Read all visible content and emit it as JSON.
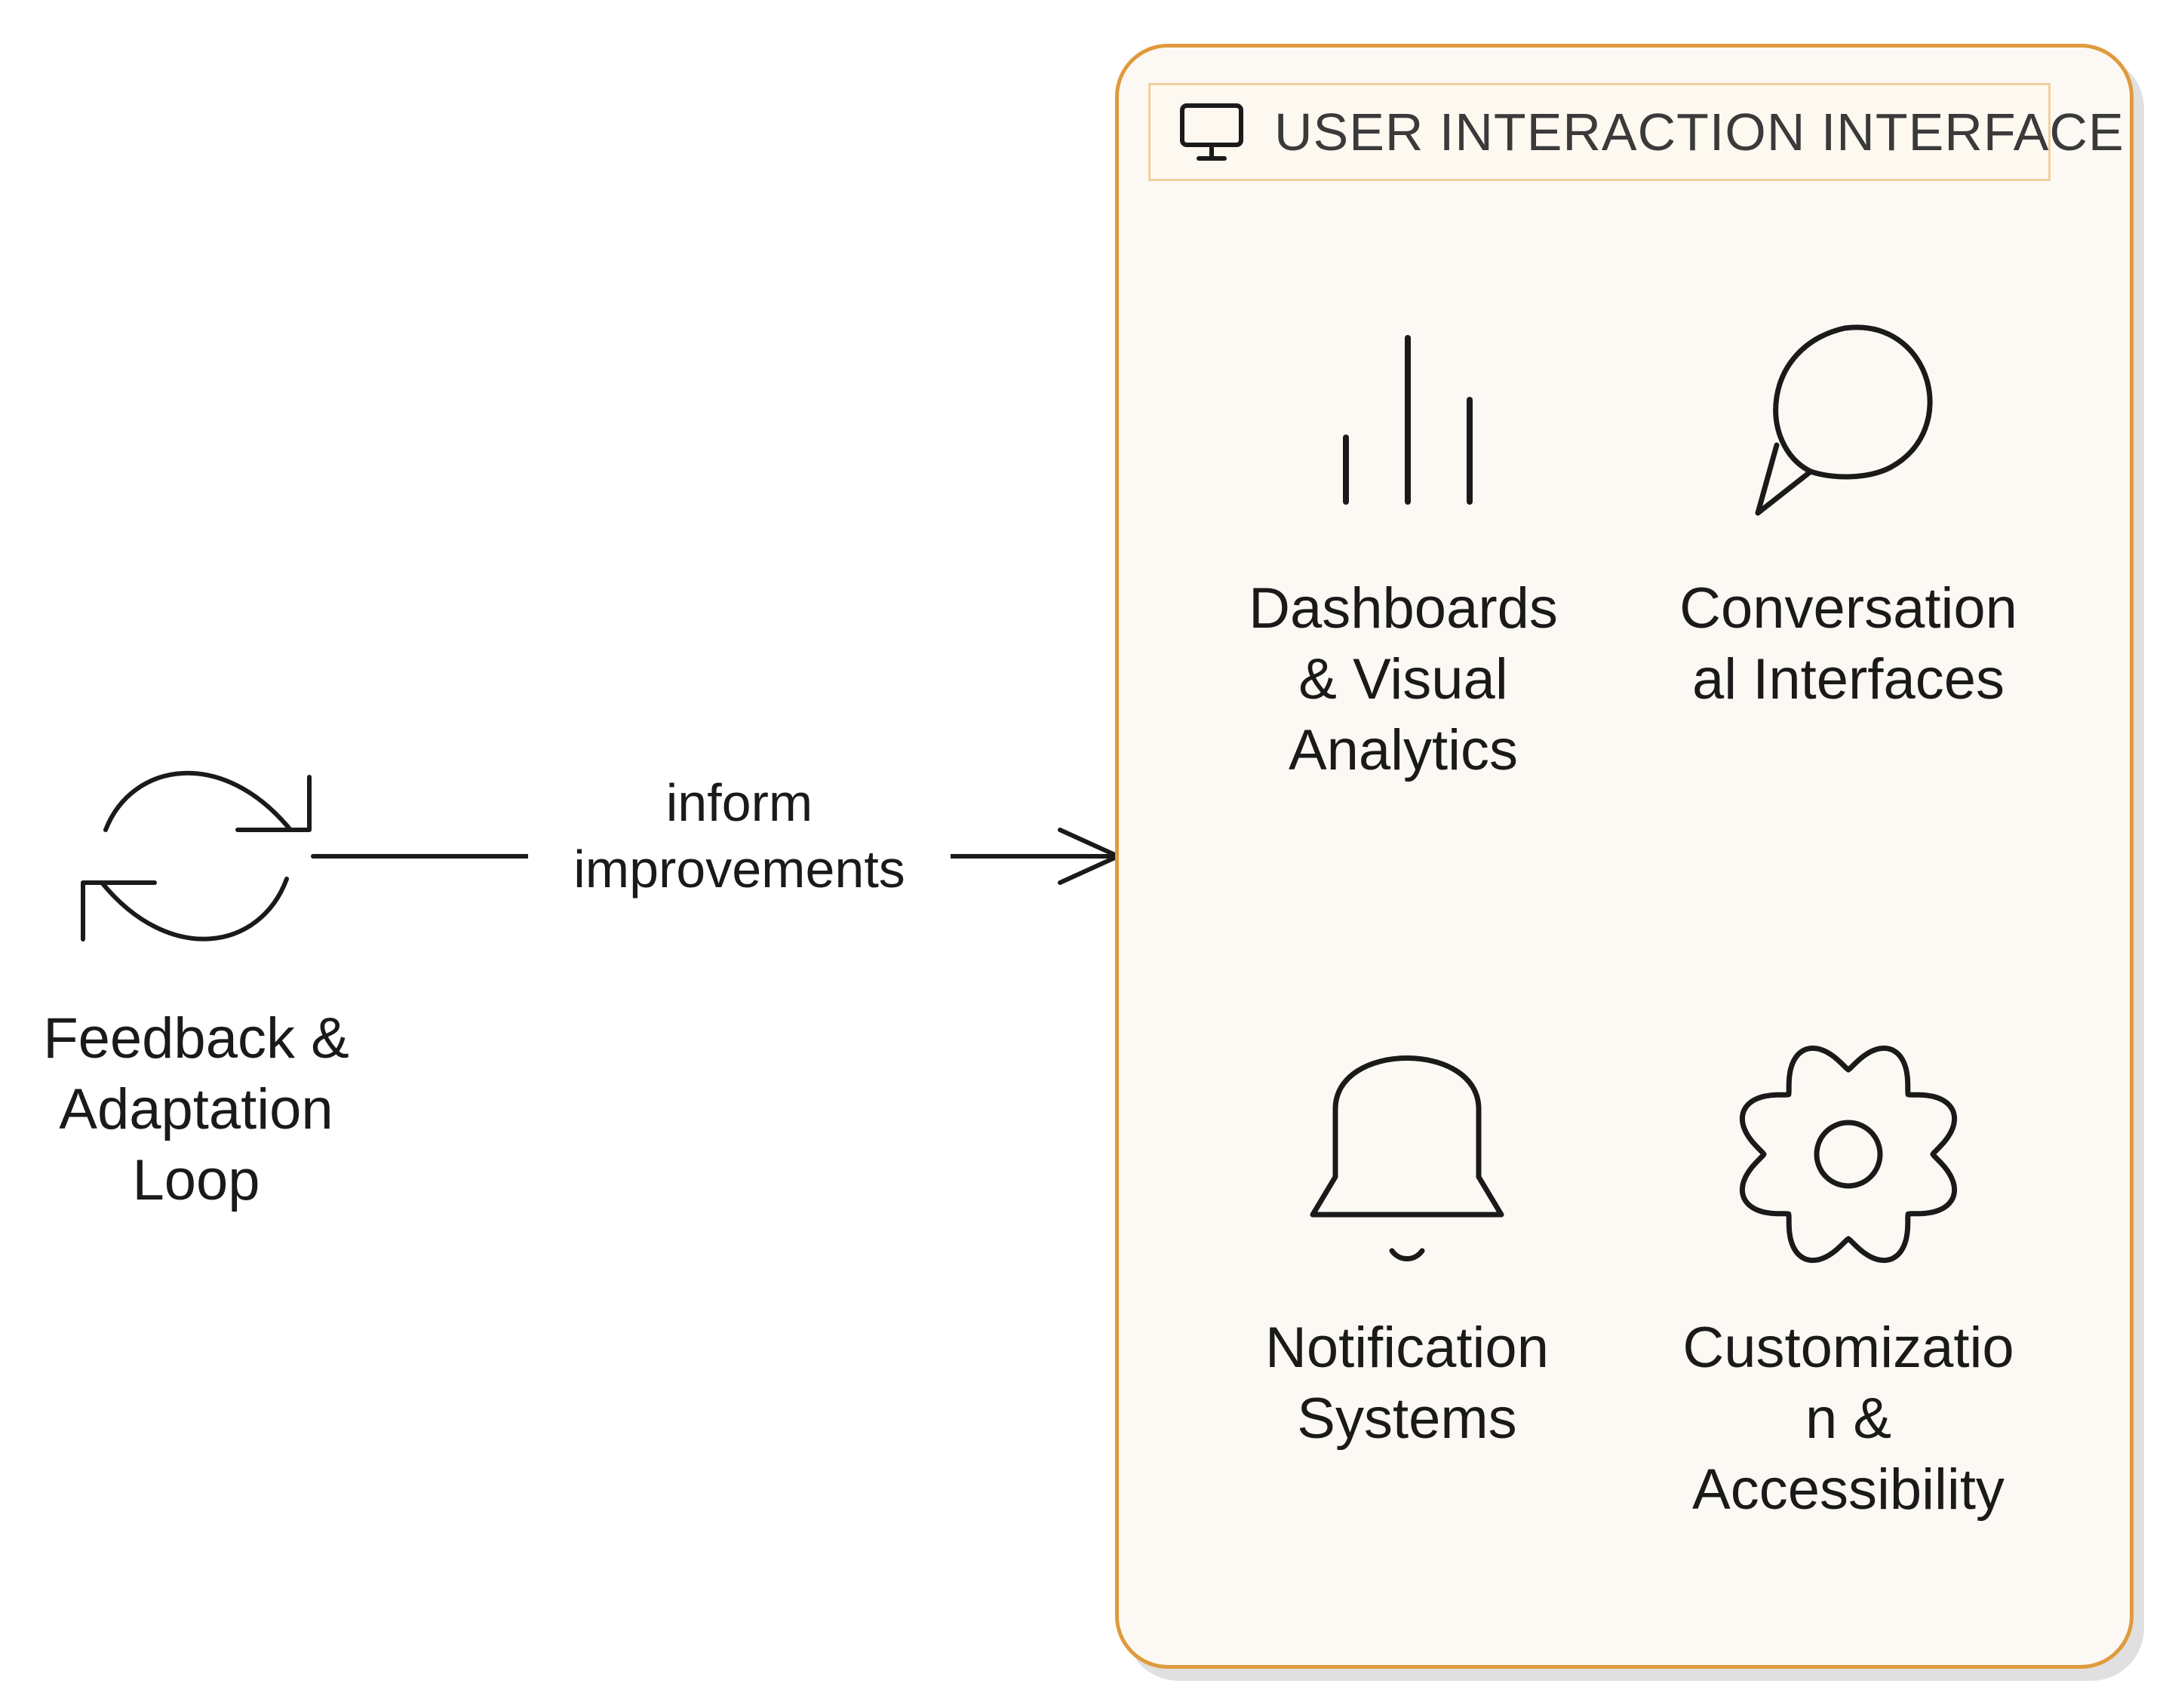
{
  "feedback_loop": {
    "label_lines": [
      "Feedback &",
      "Adaptation",
      "Loop"
    ],
    "icon": "refresh-cycle-icon"
  },
  "connector": {
    "label_lines": [
      "inform",
      "improvements"
    ]
  },
  "group": {
    "title": "USER INTERACTION INTERFACE",
    "icon": "monitor-icon",
    "border_color": "#e09a3c",
    "fill_color": "#fcf9f4",
    "components": [
      {
        "icon": "bar-chart-icon",
        "label_lines": [
          "Dashboards",
          "& Visual",
          "Analytics"
        ]
      },
      {
        "icon": "chat-bubble-icon",
        "label_lines": [
          "Conversation",
          "al Interfaces"
        ]
      },
      {
        "icon": "bell-icon",
        "label_lines": [
          "Notification",
          "Systems"
        ]
      },
      {
        "icon": "gear-icon",
        "label_lines": [
          "Customizatio",
          "n &",
          "Accessibility"
        ]
      }
    ]
  }
}
